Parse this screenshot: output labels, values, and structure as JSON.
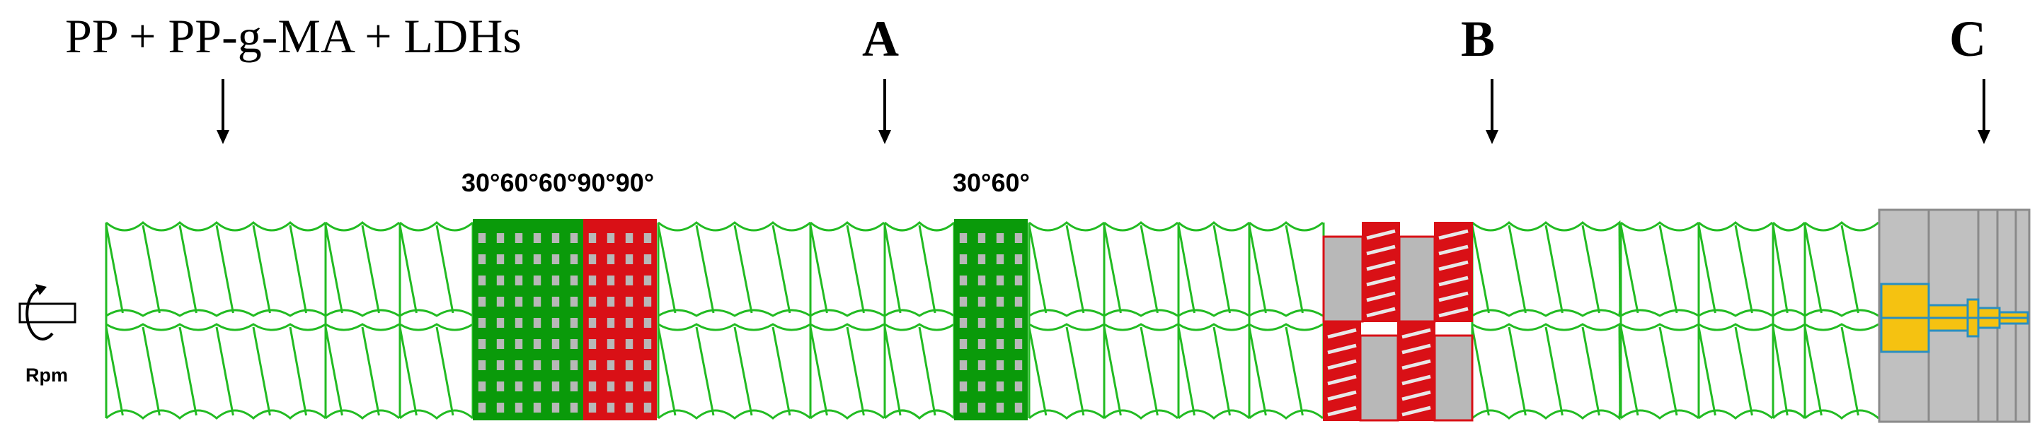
{
  "labels": {
    "feed": "PP + PP-g-MA + LDHs",
    "port_a": "A",
    "port_b": "B",
    "port_c": "C",
    "kneading_block_1": "30°60°60°90°90°",
    "kneading_block_2": "30°60°",
    "rpm": "Rpm"
  },
  "colors": {
    "conveying": "#22bb22",
    "kneading_forward": "#0a9a0a",
    "kneading_neutral": "#d91016",
    "mixing_gray": "#b8b8b8",
    "die": "#c0c0c0",
    "die_core": "#f5c211",
    "die_outline": "#2a8fc0",
    "arrow": "#000000"
  },
  "icons": {
    "rotation": "rotation-icon",
    "feed_arrow": "down-arrow-icon"
  }
}
